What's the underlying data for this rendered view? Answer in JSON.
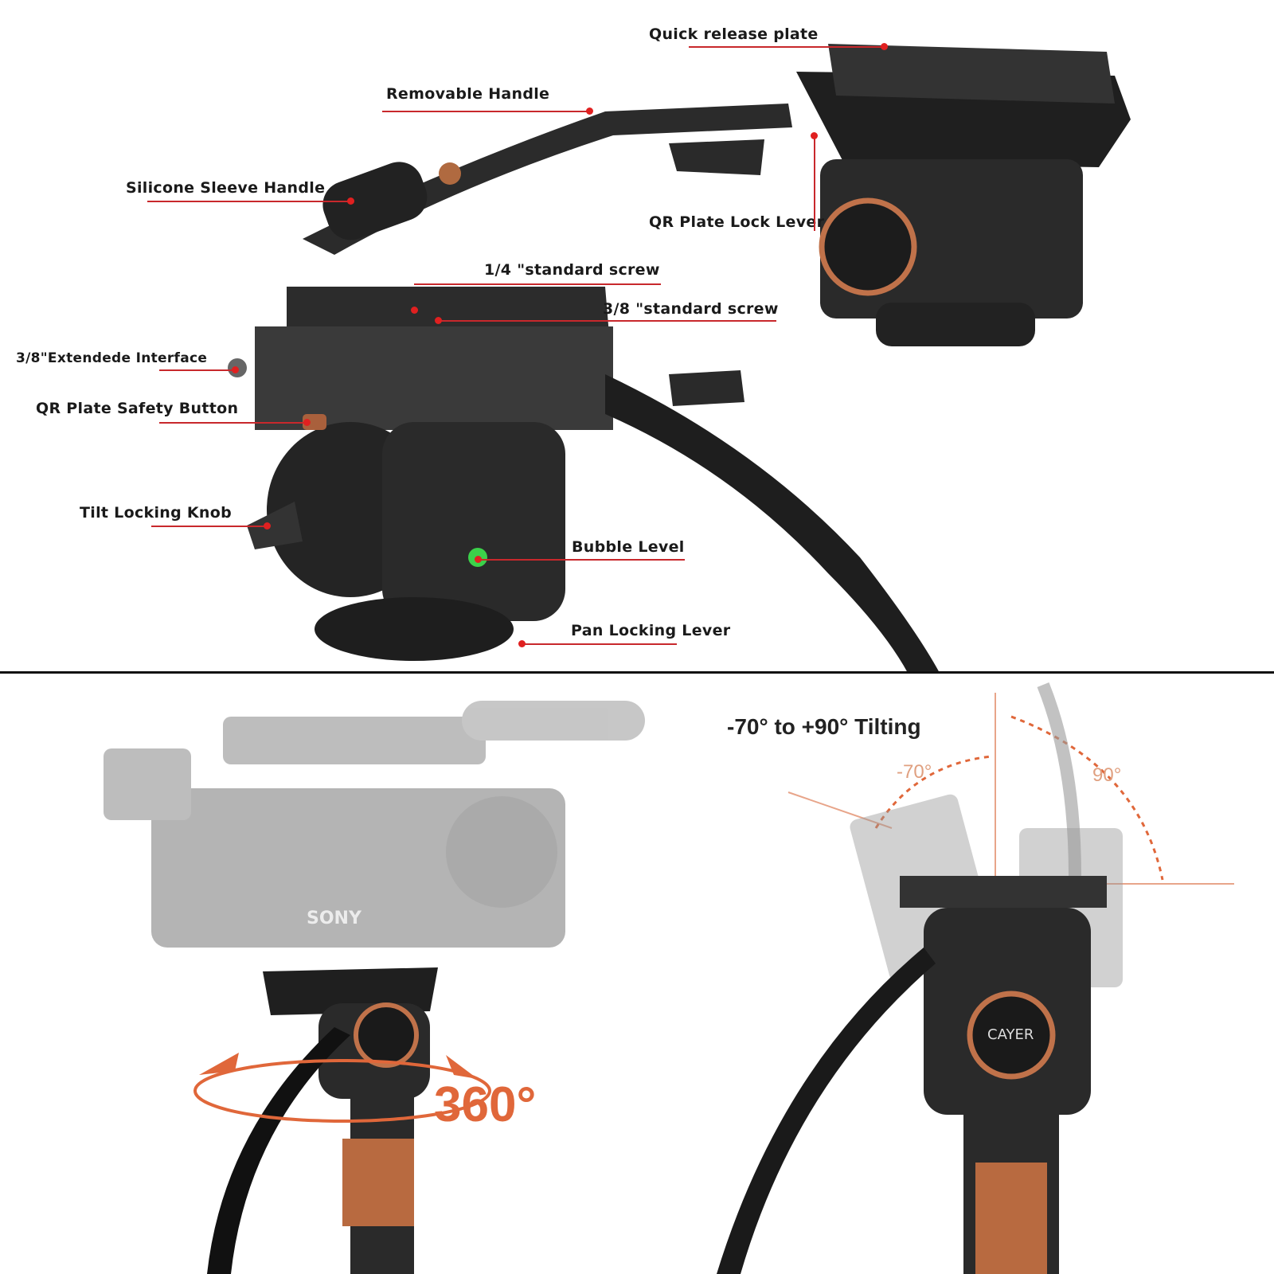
{
  "top_panel": {
    "callouts": [
      {
        "id": "quick-release-plate",
        "text": "Quick release plate"
      },
      {
        "id": "removable-handle",
        "text": "Removable Handle"
      },
      {
        "id": "silicone-sleeve-handle",
        "text": "Silicone Sleeve Handle"
      },
      {
        "id": "qr-plate-lock-lever",
        "text": "QR Plate Lock Lever"
      },
      {
        "id": "quarter-inch-screw",
        "text": "1/4 \"standard screw"
      },
      {
        "id": "three-eighths-screw",
        "text": "3/8 \"standard screw"
      },
      {
        "id": "extended-interface",
        "text": "3/8\"Extendede Interface"
      },
      {
        "id": "qr-plate-safety-button",
        "text": "QR Plate Safety Button"
      },
      {
        "id": "tilt-locking-knob",
        "text": "Tilt Locking Knob"
      },
      {
        "id": "bubble-level",
        "text": "Bubble Level"
      },
      {
        "id": "pan-locking-lever",
        "text": "Pan Locking Lever"
      }
    ],
    "callout_color": "#c8282c"
  },
  "bottom_left": {
    "rotation_label": "360°",
    "accent": "#e0673a",
    "camera_brand": "SONY"
  },
  "bottom_right": {
    "title": "-70° to +90° Tilting",
    "min_angle": "-70°",
    "max_angle": "90°",
    "accent": "#e0673a"
  },
  "product_logo": "CAYER"
}
